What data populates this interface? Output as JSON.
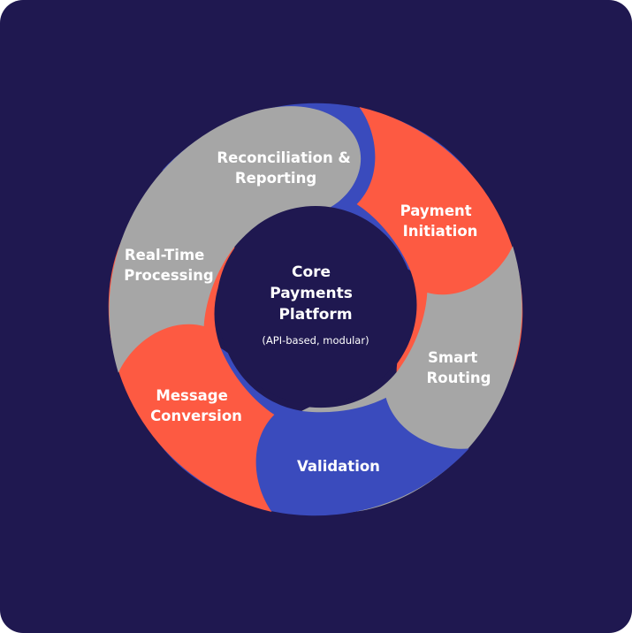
{
  "diagram": {
    "background": "#1f1850",
    "center": {
      "title_lines": [
        "Core",
        "Payments",
        "Platform"
      ],
      "subtitle": "(API-based, modular)"
    },
    "segments": [
      {
        "label_lines": [
          "Reconciliation &",
          "Reporting"
        ],
        "color": "#3a4bbd"
      },
      {
        "label_lines": [
          "Payment",
          "Initiation"
        ],
        "color": "#fd5a42"
      },
      {
        "label_lines": [
          "Smart",
          "Routing"
        ],
        "color": "#a6a6a6"
      },
      {
        "label_lines": [
          "Validation"
        ],
        "color": "#3a4bbd"
      },
      {
        "label_lines": [
          "Message",
          "Conversion"
        ],
        "color": "#fd5a42"
      },
      {
        "label_lines": [
          "Real-Time",
          "Processing"
        ],
        "color": "#a6a6a6"
      }
    ]
  }
}
